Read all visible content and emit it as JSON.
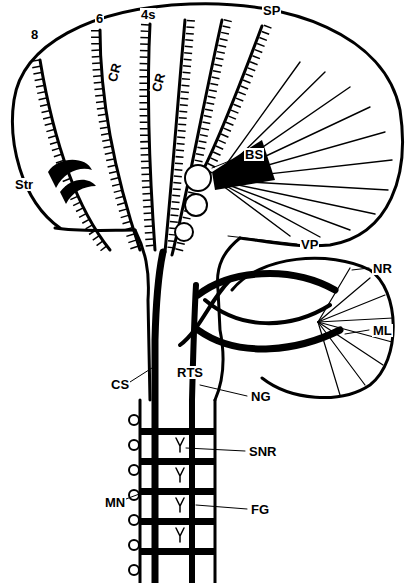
{
  "diagram": {
    "labels": [
      "8",
      "6",
      "4s",
      "SP",
      "CR",
      "CR",
      "Str",
      "BS",
      "VP",
      "NR",
      "ML",
      "CS",
      "RTS",
      "NG",
      "SNR",
      "MN",
      "FG"
    ]
  }
}
